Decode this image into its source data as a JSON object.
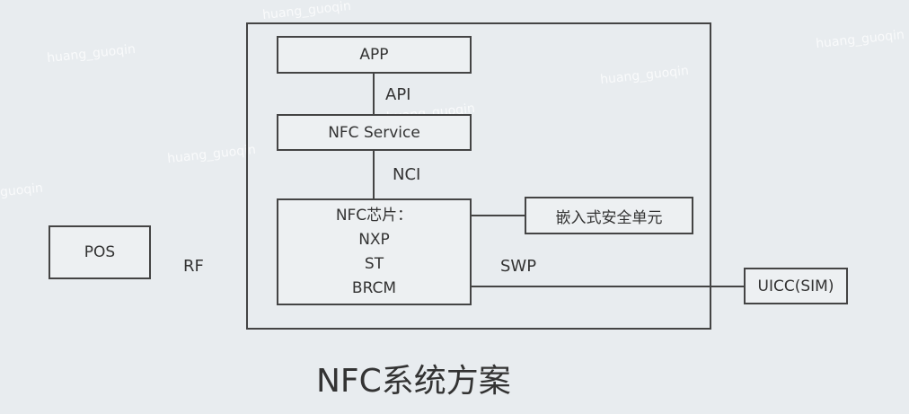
{
  "diagram": {
    "title": "NFC系统方案",
    "nodes": {
      "app": "APP",
      "nfc_service": "NFC Service",
      "nfc_chip": {
        "heading": "NFC芯片：",
        "vendors": [
          "NXP",
          "ST",
          "BRCM"
        ]
      },
      "embedded_se": "嵌入式安全单元",
      "uicc": "UICC(SIM)",
      "pos": "POS"
    },
    "edges": {
      "api": "API",
      "nci": "NCI",
      "swp": "SWP",
      "rf": "RF"
    },
    "watermarks": [
      "huang_guoqin",
      "huang_guoqin",
      "huang_guoqin",
      "huang_guoqin",
      "huang_guoqin",
      "guoqin",
      "huang_guoqin"
    ]
  }
}
